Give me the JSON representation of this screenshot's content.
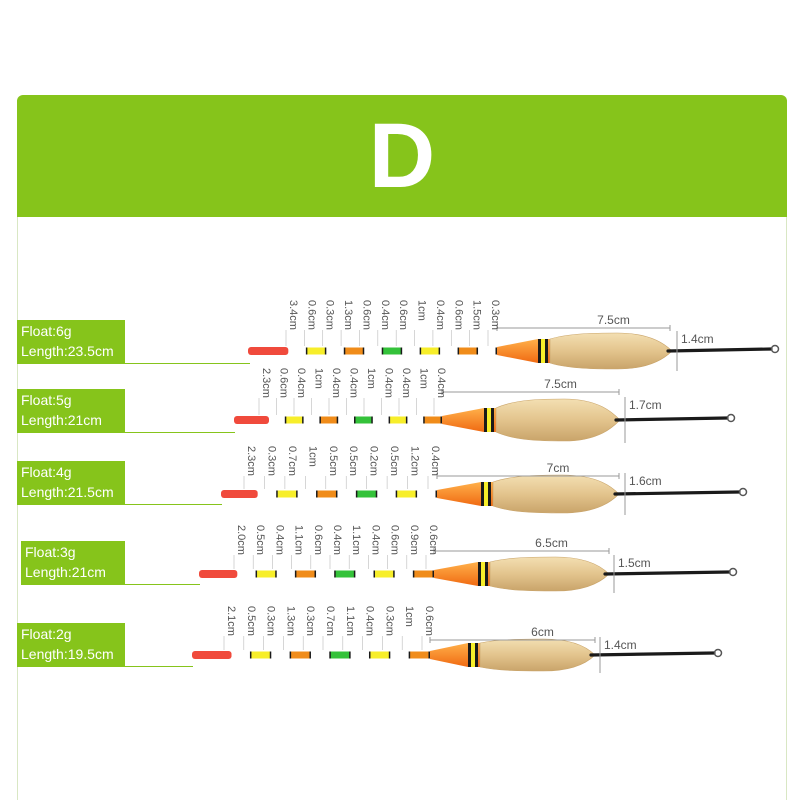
{
  "banner": {
    "letter": "D"
  },
  "floats": [
    {
      "float": "Float:6g",
      "length": "Length:23.5cm",
      "body_length": "7.5cm",
      "body_width": "1.4cm",
      "segments": [
        "3.4cm",
        "0.6cm",
        "0.3cm",
        "1.3cm",
        "0.6cm",
        "0.4cm",
        "0.6cm",
        "1cm",
        "0.4cm",
        "0.6cm",
        "1.5cm",
        "0.3cm"
      ]
    },
    {
      "float": "Float:5g",
      "length": "Length:21cm",
      "body_length": "7.5cm",
      "body_width": "1.7cm",
      "segments": [
        "2.3cm",
        "0.6cm",
        "0.4cm",
        "1cm",
        "0.4cm",
        "0.4cm",
        "1cm",
        "0.4cm",
        "0.4cm",
        "1cm",
        "0.4cm"
      ]
    },
    {
      "float": "Float:4g",
      "length": "Length:21.5cm",
      "body_length": "7cm",
      "body_width": "1.6cm",
      "segments": [
        "2.3cm",
        "0.3cm",
        "0.7cm",
        "1cm",
        "0.5cm",
        "0.5cm",
        "0.2cm",
        "0.5cm",
        "1.2cm",
        "0.4cm"
      ]
    },
    {
      "float": "Float:3g",
      "length": "Length:21cm",
      "body_length": "6.5cm",
      "body_width": "1.5cm",
      "segments": [
        "2.0cm",
        "0.5cm",
        "0.4cm",
        "1.1cm",
        "0.6cm",
        "0.4cm",
        "1.1cm",
        "0.4cm",
        "0.6cm",
        "0.9cm",
        "0.6cm"
      ]
    },
    {
      "float": "Float:2g",
      "length": "Length:19.5cm",
      "body_length": "6cm",
      "body_width": "1.4cm",
      "segments": [
        "2.1cm",
        "0.5cm",
        "0.3cm",
        "1.3cm",
        "0.3cm",
        "0.7cm",
        "1.1cm",
        "0.4cm",
        "0.3cm",
        "1cm",
        "0.6cm"
      ]
    }
  ]
}
